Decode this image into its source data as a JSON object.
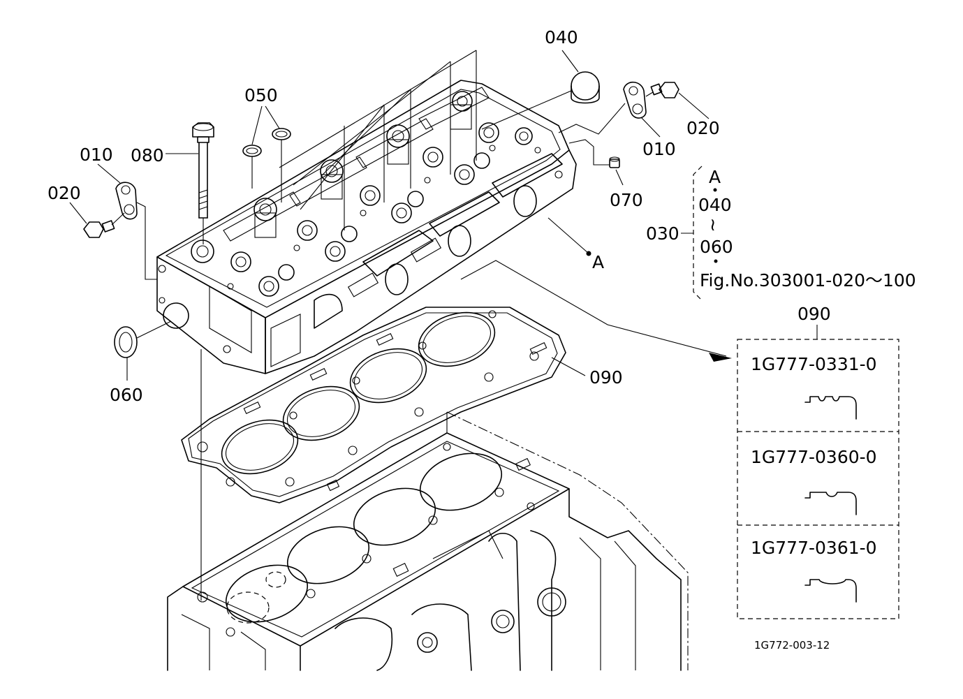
{
  "callouts": {
    "c040": "040",
    "c050": "050",
    "c010_left": "010",
    "c080": "080",
    "c020_left": "020",
    "c060": "060",
    "c010_right": "010",
    "c020_right": "020",
    "c070": "070",
    "marker_a": "A",
    "c090": "090"
  },
  "assembly_note": {
    "label": "030",
    "line1": "A",
    "line2": "040",
    "tilde": "≀",
    "line3": "060",
    "reference": "Fig.No.303001-020～100"
  },
  "gasket_variants": {
    "header": "090",
    "items": [
      {
        "part_no": "1G777-0331-0"
      },
      {
        "part_no": "1G777-0360-0"
      },
      {
        "part_no": "1G777-0361-0"
      }
    ]
  },
  "figure_id": "1G772-003-12"
}
